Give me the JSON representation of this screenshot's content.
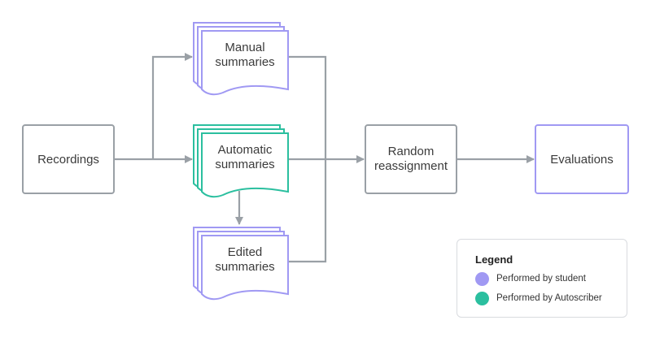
{
  "colors": {
    "student": "#a099f3",
    "autoscriber": "#2bbf9f",
    "neutral": "#9aa0a6",
    "text": "#3b3b3b"
  },
  "nodes": {
    "recordings": "Recordings",
    "manual": [
      "Manual",
      "summaries"
    ],
    "automatic": [
      "Automatic",
      "summaries"
    ],
    "edited": [
      "Edited",
      "summaries"
    ],
    "random": [
      "Random",
      "reassignment"
    ],
    "evaluations": "Evaluations"
  },
  "legend": {
    "title": "Legend",
    "items": [
      {
        "label": "Performed by student",
        "color": "#a099f3"
      },
      {
        "label": "Performed by Autoscriber",
        "color": "#2bbf9f"
      }
    ]
  }
}
